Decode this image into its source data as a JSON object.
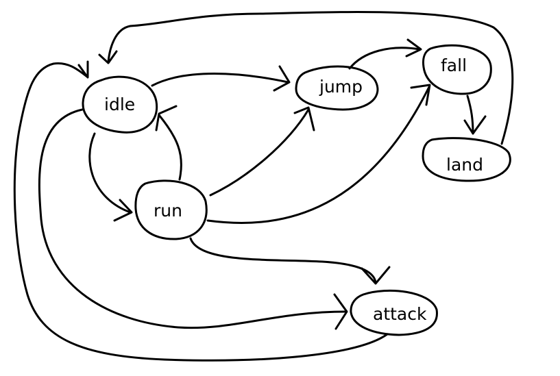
{
  "diagram": {
    "stroke_color": "#000000",
    "background_color": "#ffffff",
    "states": {
      "idle": "idle",
      "jump": "jump",
      "fall": "fall",
      "land": "land",
      "run": "run",
      "attack": "attack"
    },
    "transitions": [
      {
        "from": "idle",
        "to": "jump"
      },
      {
        "from": "idle",
        "to": "run"
      },
      {
        "from": "idle",
        "to": "attack"
      },
      {
        "from": "run",
        "to": "idle"
      },
      {
        "from": "run",
        "to": "jump"
      },
      {
        "from": "run",
        "to": "fall"
      },
      {
        "from": "run",
        "to": "attack"
      },
      {
        "from": "jump",
        "to": "fall"
      },
      {
        "from": "fall",
        "to": "land"
      },
      {
        "from": "land",
        "to": "idle"
      },
      {
        "from": "attack",
        "to": "idle"
      }
    ]
  }
}
